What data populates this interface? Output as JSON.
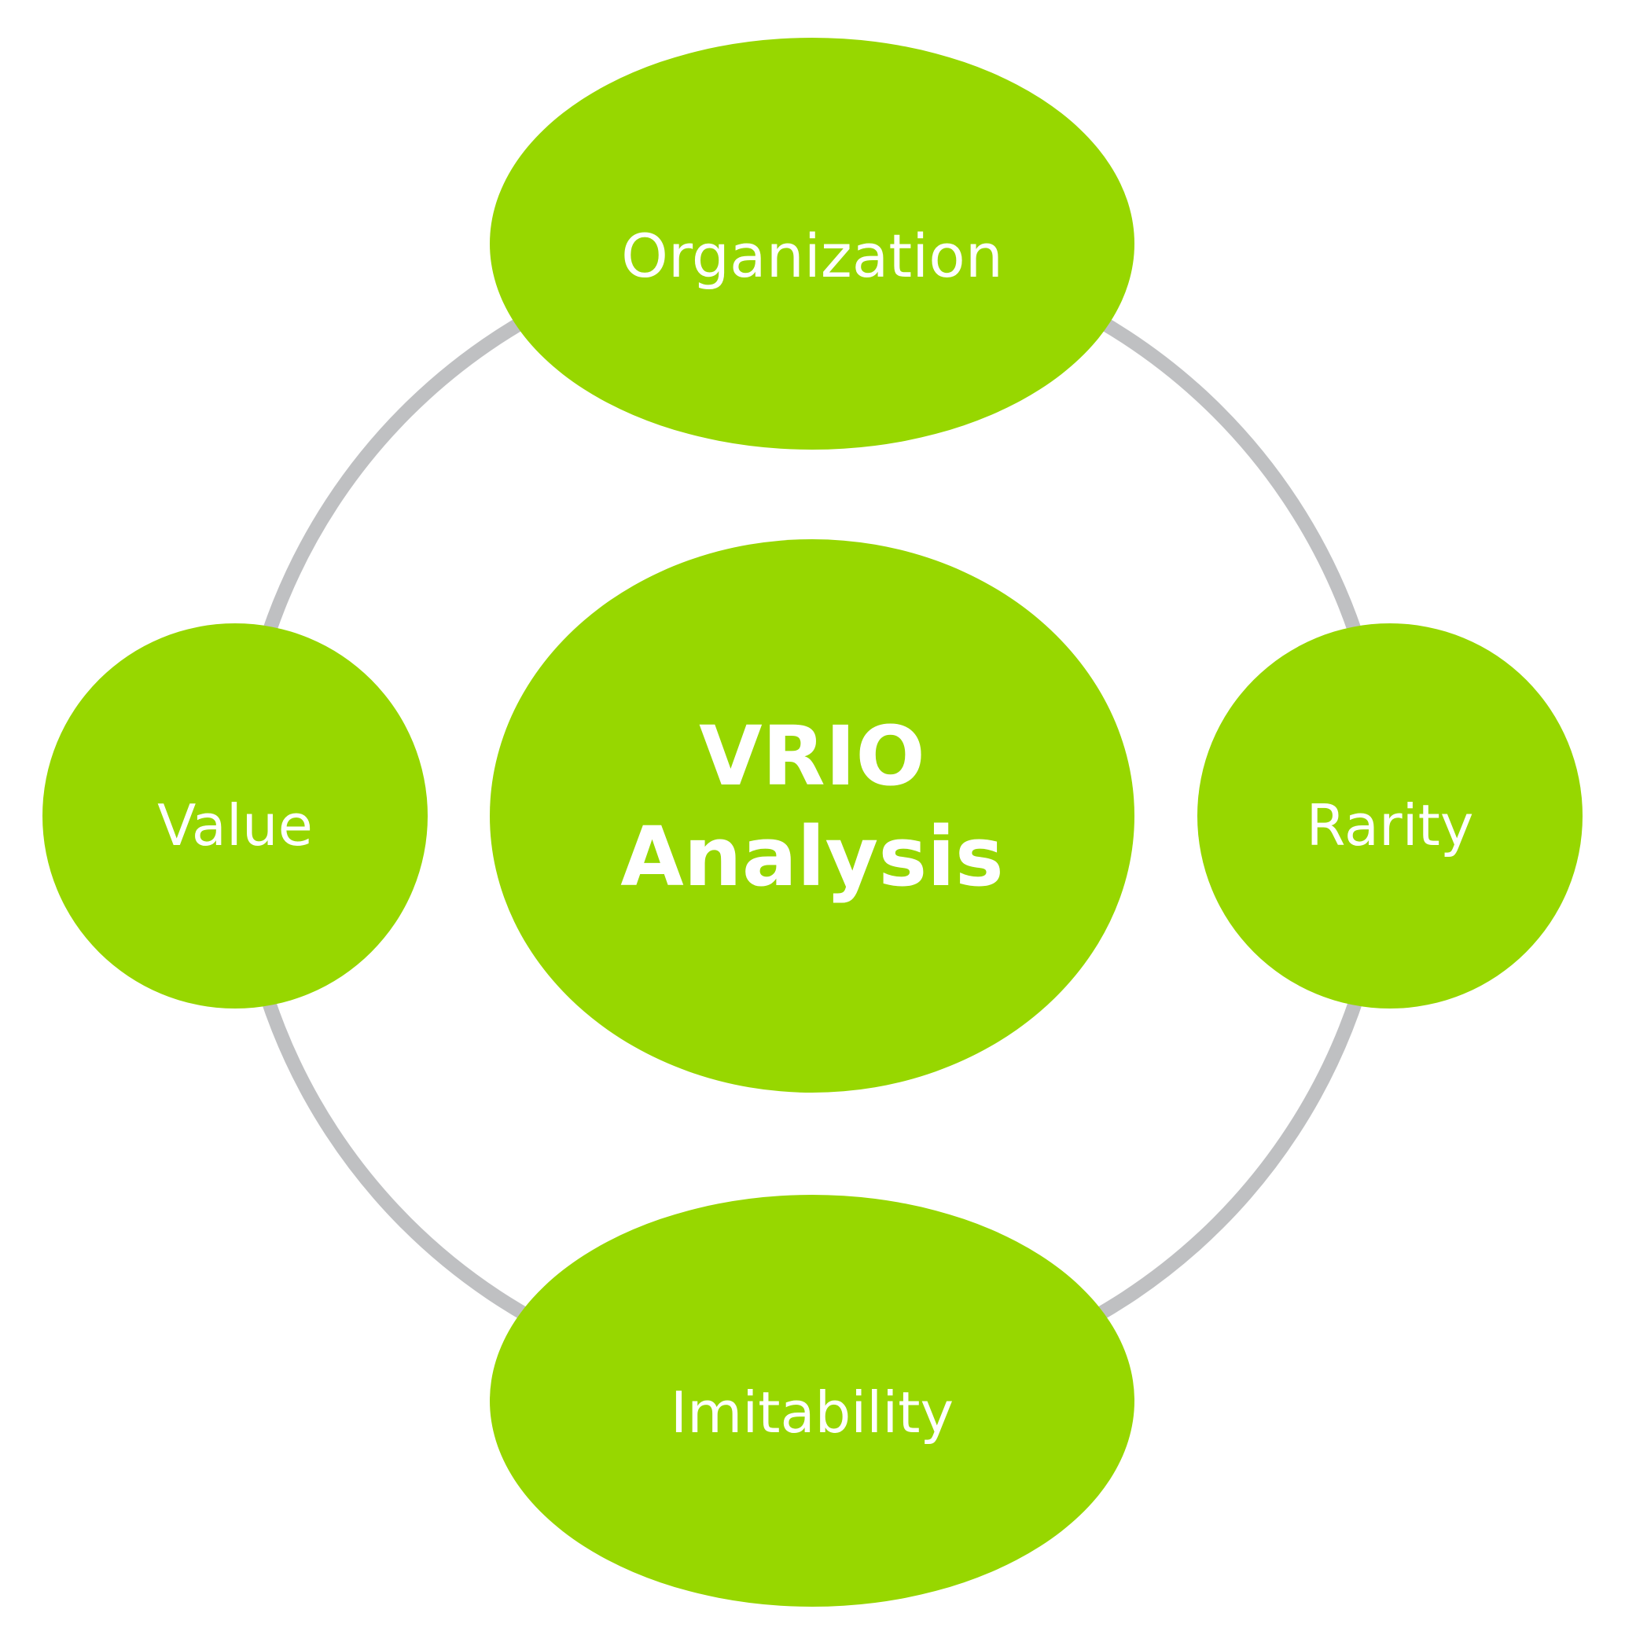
{
  "diagram": {
    "center": {
      "line1": "VRIO",
      "line2": "Analysis"
    },
    "nodes": {
      "top": "Organization",
      "right": "Rarity",
      "bottom": "Imitability",
      "left": "Value"
    },
    "colors": {
      "node_fill": "#97d700",
      "ring": "#bfc0c2",
      "text": "#ffffff",
      "background": "#ffffff"
    }
  }
}
